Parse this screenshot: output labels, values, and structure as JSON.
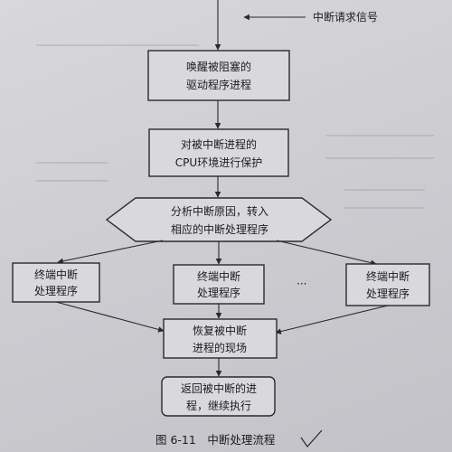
{
  "diagram": {
    "input_signal": "中断请求信号",
    "nodes": {
      "wake": [
        "唤醒被阻塞的",
        "驱动程序进程"
      ],
      "protect": [
        "对被中断进程的",
        "CPU环境进行保护"
      ],
      "analyze": [
        "分析中断原因，转入",
        "相应的中断处理程序"
      ],
      "handler_left": [
        "终端中断",
        "处理程序"
      ],
      "handler_mid": [
        "终端中断",
        "处理程序"
      ],
      "handler_right": [
        "终端中断",
        "处理程序"
      ],
      "restore": [
        "恢复被中断",
        "进程的现场"
      ],
      "return": [
        "返回被中断的进",
        "程，继续执行"
      ]
    },
    "ellipsis": "···"
  },
  "caption": "图 6-11　中断处理流程"
}
